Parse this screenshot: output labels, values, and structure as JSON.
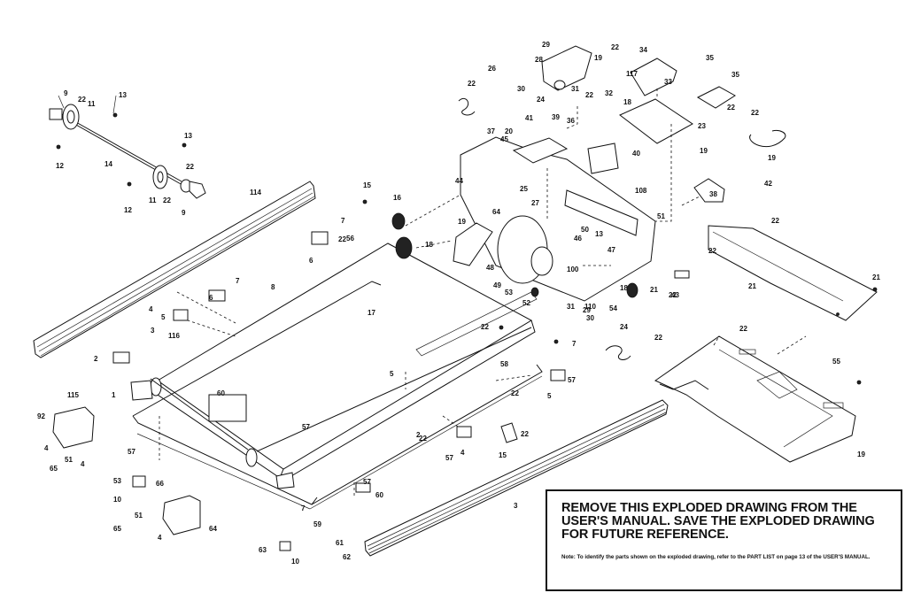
{
  "notice": {
    "title": "REMOVE THIS EXPLODED DRAWING FROM THE USER'S MANUAL. SAVE THE EXPLODED DRAWING FOR FUTURE REFERENCE.",
    "note": "Note: To identify the parts shown on the exploded drawing, refer to the PART LIST on page 13 of the USER'S MANUAL."
  },
  "callouts": [
    "9",
    "22",
    "11",
    "13",
    "12",
    "14",
    "13",
    "22",
    "11",
    "22",
    "9",
    "12",
    "114",
    "15",
    "16",
    "18",
    "7",
    "22",
    "6",
    "7",
    "6",
    "8",
    "17",
    "3",
    "4",
    "5",
    "116",
    "2",
    "1",
    "60",
    "115",
    "92",
    "4",
    "51",
    "65",
    "4",
    "57",
    "66",
    "53",
    "10",
    "51",
    "65",
    "4",
    "64",
    "63",
    "10",
    "61",
    "62",
    "57",
    "59",
    "3",
    "57",
    "2",
    "60",
    "7",
    "5",
    "4",
    "22",
    "57",
    "22",
    "57",
    "5",
    "58",
    "22",
    "15",
    "7",
    "22",
    "56",
    "22",
    "22",
    "55",
    "22",
    "21",
    "19",
    "21",
    "20",
    "19",
    "45",
    "43",
    "44",
    "64",
    "25",
    "27",
    "29",
    "26",
    "28",
    "19",
    "30",
    "31",
    "24",
    "22",
    "32",
    "22",
    "22",
    "117",
    "34",
    "33",
    "35",
    "35",
    "18",
    "22",
    "23",
    "22",
    "41",
    "39",
    "36",
    "37",
    "40",
    "38",
    "42",
    "19",
    "19",
    "108",
    "50",
    "51",
    "46",
    "13",
    "47",
    "48",
    "49",
    "53",
    "52",
    "31",
    "110",
    "30",
    "29",
    "54",
    "18",
    "21",
    "22",
    "100",
    "24",
    "22"
  ]
}
